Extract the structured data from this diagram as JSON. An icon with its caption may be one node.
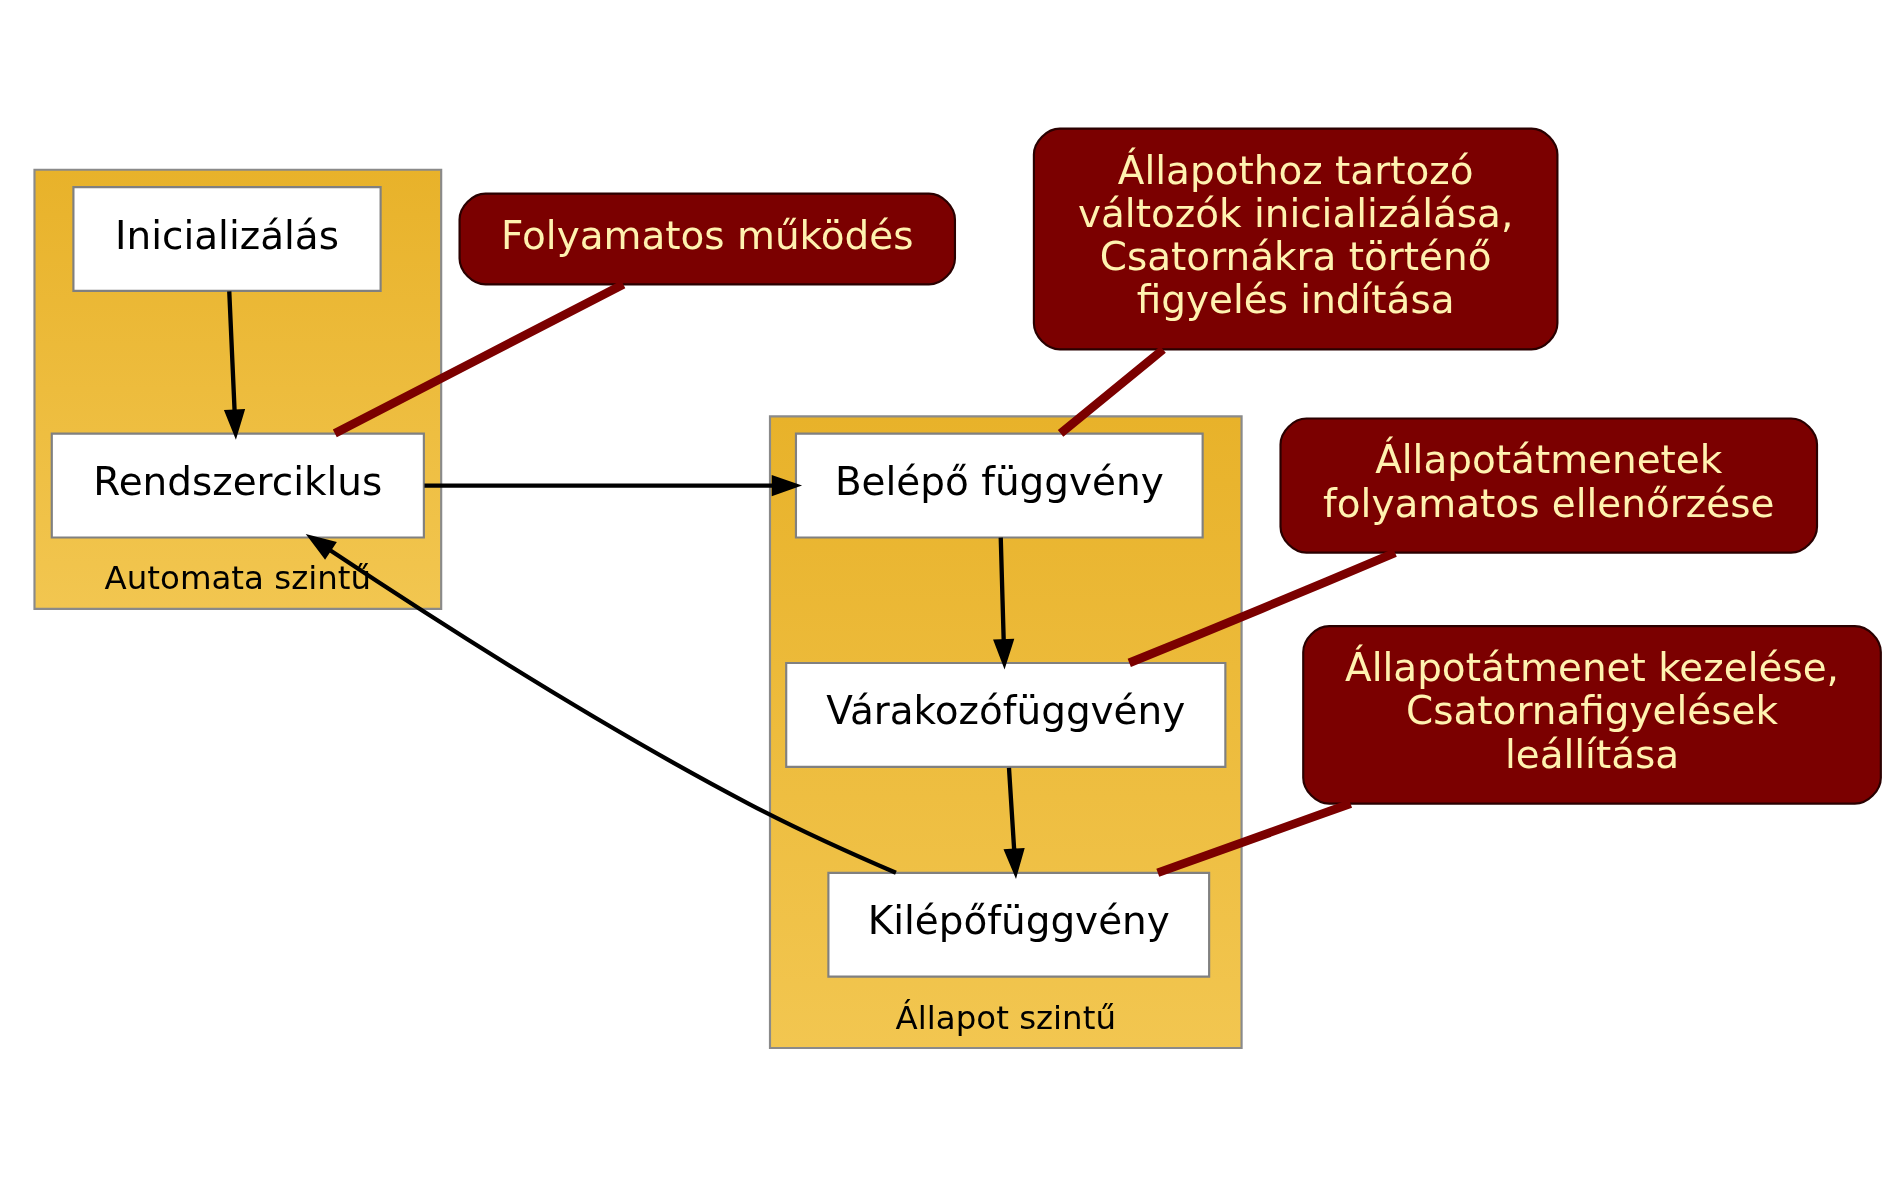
{
  "diagram": {
    "nodes": [
      {
        "text": [
          "Automata szintű"
        ]
      },
      {
        "text": [
          "Inicializálás"
        ],
        "in": 0
      },
      {
        "text": [
          "Rendszerciklus"
        ],
        "in": 0
      },
      {
        "text": [
          "Állapot szintű"
        ]
      },
      {
        "text": [
          "Belépő függvény"
        ],
        "in": 3
      },
      {
        "text": [
          "Várakozófüggvény"
        ],
        "in": 3
      },
      {
        "text": [
          "Kilépőfüggvény"
        ],
        "in": 3
      },
      {
        "text": [
          "Folyamatos működés"
        ]
      },
      {
        "text": [
          "Állapothoz tartozó változók inicializálása, Csatornákra történő figyelés indítása"
        ]
      },
      {
        "text": [
          "Állapotátmenetek folyamatos ellenőrzése"
        ]
      },
      {
        "text": [
          "Állapotátmenet kezelése, Csatornafigyelések leállítása"
        ]
      }
    ],
    "edges": [
      {
        "from": 1,
        "to": 2,
        "arrow": "to"
      },
      {
        "from": 2,
        "to": 4,
        "arrow": "to"
      },
      {
        "from": 4,
        "to": 5,
        "arrow": "to"
      },
      {
        "from": 5,
        "to": 6,
        "arrow": "to"
      },
      {
        "from": 6,
        "to": 2,
        "arrow": "to"
      },
      {
        "from": 7,
        "to": 2,
        "arrow": "none",
        "color": "#7b0000",
        "style": "thick"
      },
      {
        "from": 8,
        "to": 4,
        "arrow": "none",
        "color": "#7b0000",
        "style": "thick"
      },
      {
        "from": 9,
        "to": 5,
        "arrow": "none",
        "color": "#7b0000",
        "style": "thick"
      },
      {
        "from": 10,
        "to": 6,
        "arrow": "none",
        "color": "#7b0000",
        "style": "thick"
      }
    ]
  }
}
